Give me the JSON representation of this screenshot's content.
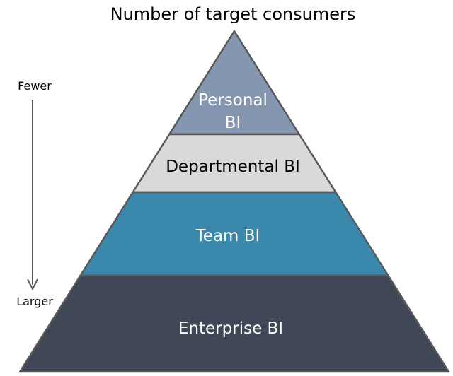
{
  "title": "Number of target consumers",
  "scale": {
    "top_label": "Fewer",
    "bottom_label": "Larger"
  },
  "tiers": [
    {
      "lines": [
        "Personal",
        "BI"
      ],
      "fill": "#8496B0",
      "text_color": "#FFFFFF"
    },
    {
      "lines": [
        "Departmental BI"
      ],
      "fill": "#D9D9D9",
      "text_color": "#000000"
    },
    {
      "lines": [
        "Team BI"
      ],
      "fill": "#3A89AD",
      "text_color": "#FFFFFF"
    },
    {
      "lines": [
        "Enterprise BI"
      ],
      "fill": "#404756",
      "text_color": "#FFFFFF"
    }
  ],
  "outline_color": "#595959"
}
